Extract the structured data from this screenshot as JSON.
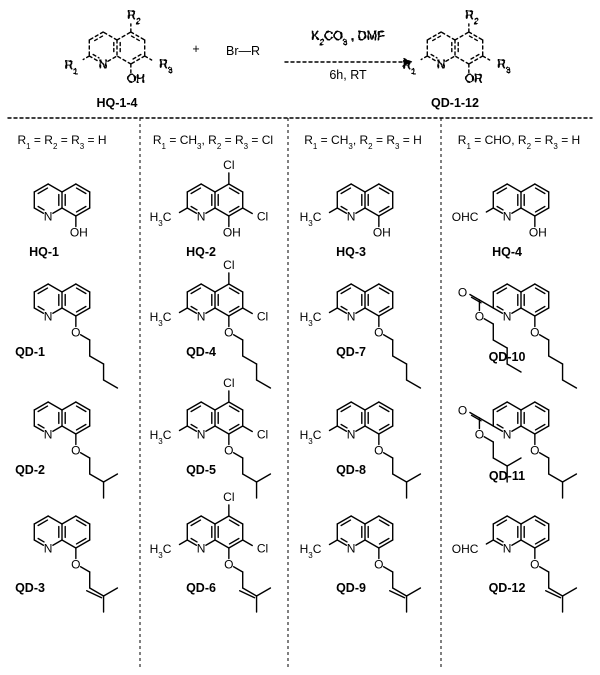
{
  "scheme": {
    "reactant_label": "HQ-1-4",
    "plus": "+",
    "reagent": "Br—R",
    "conditions_top": "K2CO3 , DMF",
    "conditions_bottom": "6h, RT",
    "product_label": "QD-1-12",
    "atoms": {
      "R1": "R1",
      "R2": "R2",
      "R3": "R3",
      "OH": "OH",
      "OR": "OR",
      "N": "N"
    }
  },
  "columns": [
    {
      "header": "R1 = R2 = R3 = H",
      "items": [
        {
          "label": "HQ-1"
        },
        {
          "label": "QD-1"
        },
        {
          "label": "QD-2"
        },
        {
          "label": "QD-3"
        }
      ]
    },
    {
      "header": "R1 = CH3, R2 = R3 = Cl",
      "items": [
        {
          "label": "HQ-2"
        },
        {
          "label": "QD-4"
        },
        {
          "label": "QD-5"
        },
        {
          "label": "QD-6"
        }
      ]
    },
    {
      "header": "R1 = CH3, R2 = R3 = H",
      "items": [
        {
          "label": "HQ-3"
        },
        {
          "label": "QD-7"
        },
        {
          "label": "QD-8"
        },
        {
          "label": "QD-9"
        }
      ]
    },
    {
      "header": "R1 = CHO, R2 = R3 = H",
      "items": [
        {
          "label": "HQ-4"
        },
        {
          "label": "QD-10"
        },
        {
          "label": "QD-11"
        },
        {
          "label": "QD-12"
        }
      ]
    }
  ],
  "atom_labels": {
    "Cl": "Cl",
    "OH": "OH",
    "O": "O",
    "N": "N",
    "H3C": "H3C",
    "OHC": "OHC"
  }
}
